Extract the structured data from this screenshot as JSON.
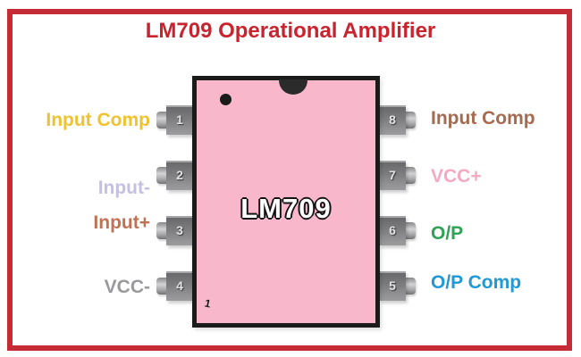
{
  "frame": {
    "border_color": "#C62C36",
    "background": "#FFFFFF"
  },
  "title": {
    "text": "LM709 Operational Amplifier",
    "color": "#C9232E"
  },
  "chip": {
    "name": "LM709",
    "body_color": "#F9B7CC",
    "border_color": "#1B1B1B",
    "pin1_mark": "1"
  },
  "pins": {
    "left": [
      {
        "number": "1",
        "label": "Input Comp",
        "label_color": "#EFC22F"
      },
      {
        "number": "2",
        "label": "Input-",
        "label_color": "#C5C0E1"
      },
      {
        "number": "3",
        "label": "Input+",
        "label_color": "#C17254"
      },
      {
        "number": "4",
        "label": "VCC-",
        "label_color": "#99989B"
      }
    ],
    "right": [
      {
        "number": "8",
        "label": "Input Comp",
        "label_color": "#A66A50"
      },
      {
        "number": "7",
        "label": "VCC+",
        "label_color": "#F5A9C1"
      },
      {
        "number": "6",
        "label": "O/P",
        "label_color": "#2FA355"
      },
      {
        "number": "5",
        "label": "O/P Comp",
        "label_color": "#2199D6"
      }
    ]
  }
}
